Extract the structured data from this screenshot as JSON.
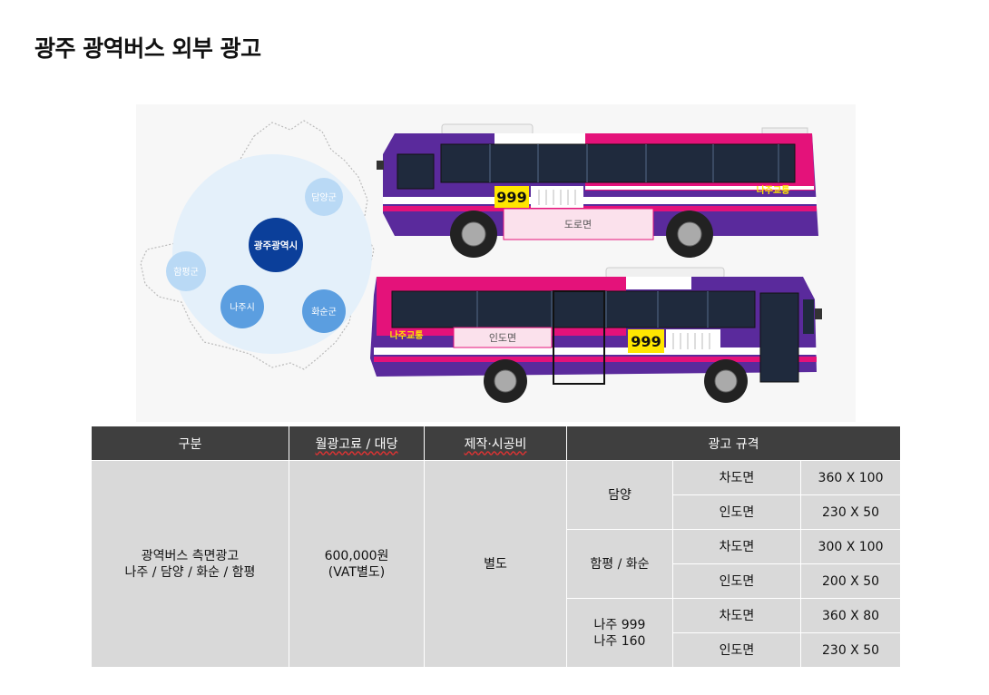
{
  "page": {
    "title": "광주 광역버스 외부 광고"
  },
  "map": {
    "regions": [
      "담양군",
      "광주광역시",
      "함평군",
      "나주시",
      "화순군"
    ]
  },
  "buses": {
    "top": {
      "route": "999",
      "brand": "나주교통",
      "panel": "도로면"
    },
    "bottom": {
      "route": "999",
      "brand": "나주교통",
      "panel": "인도면"
    }
  },
  "colors": {
    "purple": "#5a2a9c",
    "pink": "#e4127a",
    "header": "#3f3f3f",
    "cell": "#d9d9d9",
    "map_dark": "#0b3f9a",
    "map_mid": "#5b9ee0",
    "map_light": "#b9d9f5"
  },
  "table": {
    "headers": [
      "구분",
      "월광고료 / 대당",
      "제작·시공비",
      "광고 규격"
    ],
    "category_line1": "광역버스 측면광고",
    "category_line2": "나주 / 담양 / 화순 / 함평",
    "price_line1": "600,000원",
    "price_line2": "(VAT별도)",
    "production": "별도",
    "groups": [
      {
        "name_line1": "담양",
        "name_line2": "",
        "rows": [
          {
            "side": "차도면",
            "size": "360 X 100"
          },
          {
            "side": "인도면",
            "size": "230 X 50"
          }
        ]
      },
      {
        "name_line1": "함평 / 화순",
        "name_line2": "",
        "rows": [
          {
            "side": "차도면",
            "size": "300 X 100"
          },
          {
            "side": "인도면",
            "size": "200 X 50"
          }
        ]
      },
      {
        "name_line1": "나주 999",
        "name_line2": "나주 160",
        "rows": [
          {
            "side": "차도면",
            "size": "360 X 80"
          },
          {
            "side": "인도면",
            "size": "230 X 50"
          }
        ]
      }
    ]
  }
}
